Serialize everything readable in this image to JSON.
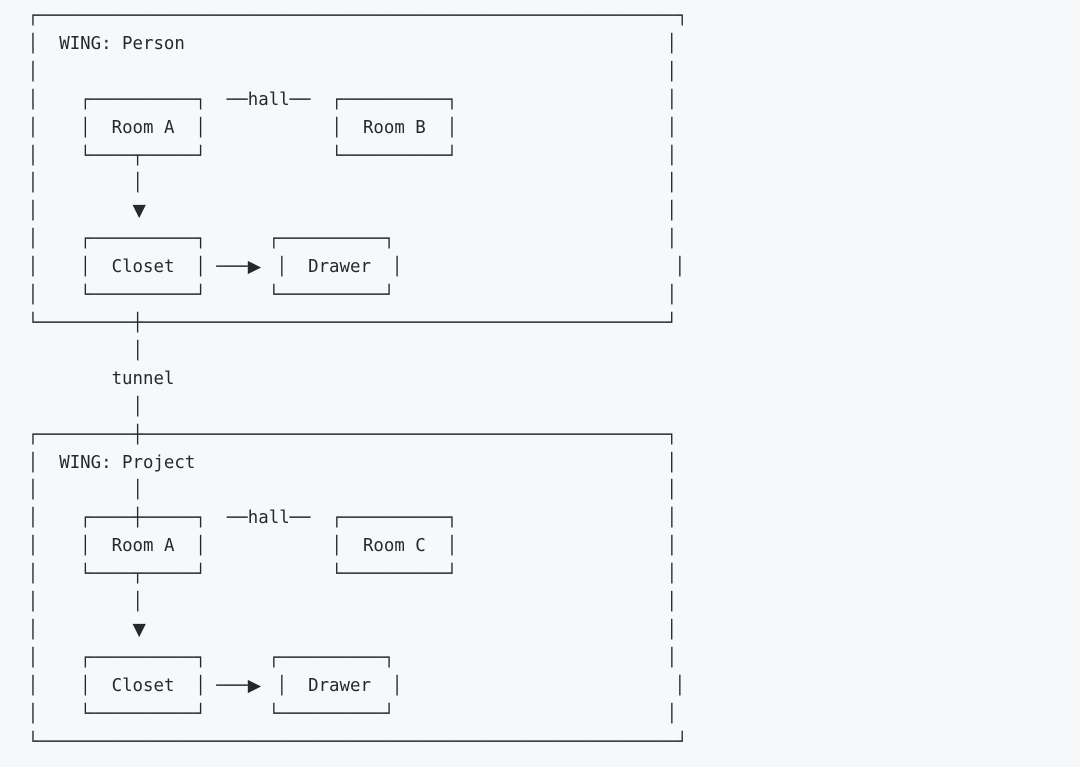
{
  "page": {
    "background_color": "#f6f8fa",
    "text_color": "#24292f"
  },
  "diagram": {
    "type": "ascii-architecture-diagram",
    "wings": [
      {
        "label": "WING: Person",
        "rooms": [
          "Room A",
          "Room B",
          "Closet",
          "Drawer"
        ]
      },
      {
        "label": "WING: Project",
        "rooms": [
          "Room A",
          "Room C",
          "Closet",
          "Drawer"
        ]
      }
    ],
    "connector_labels": [
      "hall",
      "tunnel"
    ],
    "icons": [
      "down-triangle",
      "right-triangle-arrow"
    ],
    "lines": [
      [
        [
          "┌"
        ],
        [
          "─",
          61
        ],
        [
          "┐"
        ]
      ],
      [
        [
          "│"
        ],
        [
          " ",
          2
        ],
        [
          "WING: Person"
        ],
        [
          " ",
          46
        ],
        [
          "│"
        ]
      ],
      [
        [
          "│"
        ],
        [
          " ",
          60
        ],
        [
          "│"
        ]
      ],
      [
        [
          "│"
        ],
        [
          " ",
          4
        ],
        [
          "┌"
        ],
        [
          "─",
          10
        ],
        [
          "┐"
        ],
        [
          " ",
          2
        ],
        [
          "─",
          2
        ],
        [
          "hall"
        ],
        [
          "─",
          2
        ],
        [
          " ",
          2
        ],
        [
          "┌"
        ],
        [
          "─",
          10
        ],
        [
          "┐"
        ],
        [
          " ",
          20
        ],
        [
          "│"
        ]
      ],
      [
        [
          "│"
        ],
        [
          " ",
          4
        ],
        [
          "│"
        ],
        [
          " ",
          2
        ],
        [
          "Room A"
        ],
        [
          " ",
          2
        ],
        [
          "│"
        ],
        [
          " ",
          12
        ],
        [
          "│"
        ],
        [
          " ",
          2
        ],
        [
          "Room B"
        ],
        [
          " ",
          2
        ],
        [
          "│"
        ],
        [
          " ",
          20
        ],
        [
          "│"
        ]
      ],
      [
        [
          "│"
        ],
        [
          " ",
          4
        ],
        [
          "└"
        ],
        [
          "─",
          4
        ],
        [
          "┬"
        ],
        [
          "─",
          5
        ],
        [
          "┘"
        ],
        [
          " ",
          12
        ],
        [
          "└"
        ],
        [
          "─",
          10
        ],
        [
          "┘"
        ],
        [
          " ",
          20
        ],
        [
          "│"
        ]
      ],
      [
        [
          "│"
        ],
        [
          " ",
          9
        ],
        [
          "│"
        ],
        [
          " ",
          50
        ],
        [
          "│"
        ]
      ],
      [
        [
          "│"
        ],
        [
          " ",
          9
        ],
        [
          "▼"
        ],
        [
          " ",
          50
        ],
        [
          "│"
        ]
      ],
      [
        [
          "│"
        ],
        [
          " ",
          4
        ],
        [
          "┌"
        ],
        [
          "─",
          10
        ],
        [
          "┐"
        ],
        [
          " ",
          6
        ],
        [
          "┌"
        ],
        [
          "─",
          10
        ],
        [
          "┐"
        ],
        [
          " ",
          26
        ],
        [
          "│"
        ]
      ],
      [
        [
          "│"
        ],
        [
          " ",
          4
        ],
        [
          "│"
        ],
        [
          " ",
          2
        ],
        [
          "Closet"
        ],
        [
          " ",
          2
        ],
        [
          "│"
        ],
        [
          " ",
          1
        ],
        [
          "─",
          3
        ],
        [
          "▶"
        ],
        [
          " ",
          1
        ],
        [
          "│"
        ],
        [
          " ",
          2
        ],
        [
          "Drawer"
        ],
        [
          " ",
          2
        ],
        [
          "│"
        ],
        [
          " ",
          26
        ],
        [
          "│"
        ]
      ],
      [
        [
          "│"
        ],
        [
          " ",
          4
        ],
        [
          "└"
        ],
        [
          "─",
          10
        ],
        [
          "┘"
        ],
        [
          " ",
          6
        ],
        [
          "└"
        ],
        [
          "─",
          10
        ],
        [
          "┘"
        ],
        [
          " ",
          26
        ],
        [
          "│"
        ]
      ],
      [
        [
          "└"
        ],
        [
          "─",
          9
        ],
        [
          "┼"
        ],
        [
          "─",
          50
        ],
        [
          "┘"
        ]
      ],
      [
        [
          " ",
          10
        ],
        [
          "│"
        ]
      ],
      [
        [
          " ",
          8
        ],
        [
          "tunnel"
        ]
      ],
      [
        [
          " ",
          10
        ],
        [
          "│"
        ]
      ],
      [
        [
          "┌"
        ],
        [
          "─",
          9
        ],
        [
          "┼"
        ],
        [
          "─",
          50
        ],
        [
          "┐"
        ]
      ],
      [
        [
          "│"
        ],
        [
          " ",
          2
        ],
        [
          "WING: Project"
        ],
        [
          " ",
          45
        ],
        [
          "│"
        ]
      ],
      [
        [
          "│"
        ],
        [
          " ",
          9
        ],
        [
          "│"
        ],
        [
          " ",
          50
        ],
        [
          "│"
        ]
      ],
      [
        [
          "│"
        ],
        [
          " ",
          4
        ],
        [
          "┌"
        ],
        [
          "─",
          4
        ],
        [
          "┼"
        ],
        [
          "─",
          5
        ],
        [
          "┐"
        ],
        [
          " ",
          2
        ],
        [
          "─",
          2
        ],
        [
          "hall"
        ],
        [
          "─",
          2
        ],
        [
          " ",
          2
        ],
        [
          "┌"
        ],
        [
          "─",
          10
        ],
        [
          "┐"
        ],
        [
          " ",
          20
        ],
        [
          "│"
        ]
      ],
      [
        [
          "│"
        ],
        [
          " ",
          4
        ],
        [
          "│"
        ],
        [
          " ",
          2
        ],
        [
          "Room A"
        ],
        [
          " ",
          2
        ],
        [
          "│"
        ],
        [
          " ",
          12
        ],
        [
          "│"
        ],
        [
          " ",
          2
        ],
        [
          "Room C"
        ],
        [
          " ",
          2
        ],
        [
          "│"
        ],
        [
          " ",
          20
        ],
        [
          "│"
        ]
      ],
      [
        [
          "│"
        ],
        [
          " ",
          4
        ],
        [
          "└"
        ],
        [
          "─",
          4
        ],
        [
          "┬"
        ],
        [
          "─",
          5
        ],
        [
          "┘"
        ],
        [
          " ",
          12
        ],
        [
          "└"
        ],
        [
          "─",
          10
        ],
        [
          "┘"
        ],
        [
          " ",
          20
        ],
        [
          "│"
        ]
      ],
      [
        [
          "│"
        ],
        [
          " ",
          9
        ],
        [
          "│"
        ],
        [
          " ",
          50
        ],
        [
          "│"
        ]
      ],
      [
        [
          "│"
        ],
        [
          " ",
          9
        ],
        [
          "▼"
        ],
        [
          " ",
          50
        ],
        [
          "│"
        ]
      ],
      [
        [
          "│"
        ],
        [
          " ",
          4
        ],
        [
          "┌"
        ],
        [
          "─",
          10
        ],
        [
          "┐"
        ],
        [
          " ",
          6
        ],
        [
          "┌"
        ],
        [
          "─",
          10
        ],
        [
          "┐"
        ],
        [
          " ",
          26
        ],
        [
          "│"
        ]
      ],
      [
        [
          "│"
        ],
        [
          " ",
          4
        ],
        [
          "│"
        ],
        [
          " ",
          2
        ],
        [
          "Closet"
        ],
        [
          " ",
          2
        ],
        [
          "│"
        ],
        [
          " ",
          1
        ],
        [
          "─",
          3
        ],
        [
          "▶"
        ],
        [
          " ",
          1
        ],
        [
          "│"
        ],
        [
          " ",
          2
        ],
        [
          "Drawer"
        ],
        [
          " ",
          2
        ],
        [
          "│"
        ],
        [
          " ",
          26
        ],
        [
          "│"
        ]
      ],
      [
        [
          "│"
        ],
        [
          " ",
          4
        ],
        [
          "└"
        ],
        [
          "─",
          10
        ],
        [
          "┘"
        ],
        [
          " ",
          6
        ],
        [
          "└"
        ],
        [
          "─",
          10
        ],
        [
          "┘"
        ],
        [
          " ",
          26
        ],
        [
          "│"
        ]
      ],
      [
        [
          "└"
        ],
        [
          "─",
          61
        ],
        [
          "┘"
        ]
      ]
    ]
  }
}
